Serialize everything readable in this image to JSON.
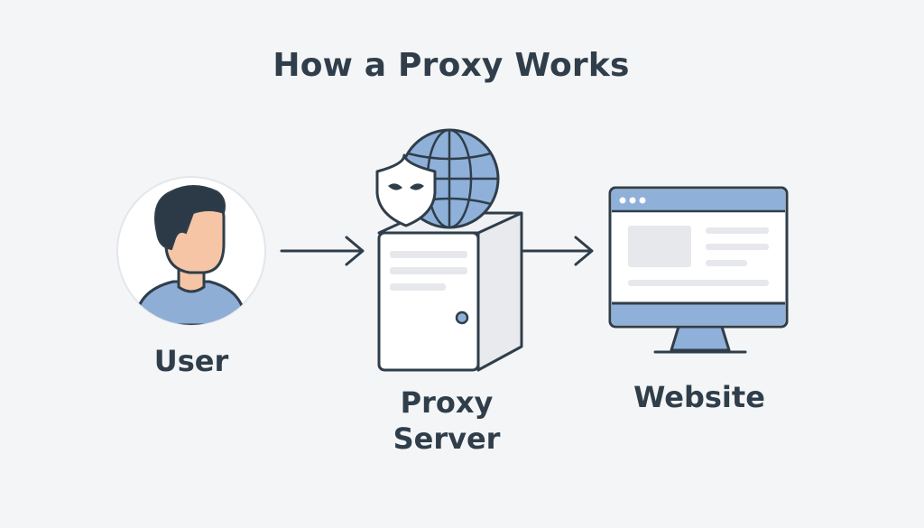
{
  "title": "How a Proxy Works",
  "nodes": {
    "user": {
      "label": "User",
      "icon": "user-avatar-icon"
    },
    "proxy": {
      "label_line1": "Proxy",
      "label_line2": "Server",
      "icons": [
        "shield-mask-icon",
        "globe-icon",
        "server-icon"
      ]
    },
    "website": {
      "label": "Website",
      "icon": "browser-monitor-icon"
    }
  },
  "colors": {
    "background": "#f4f5f7",
    "ink": "#2f3e4a",
    "accent_blue": "#8fb0d9",
    "skin": "#f6c5a6",
    "hair": "#2b3a46",
    "shirt": "#8eaed6",
    "panel_gray": "#e6e8ec"
  }
}
